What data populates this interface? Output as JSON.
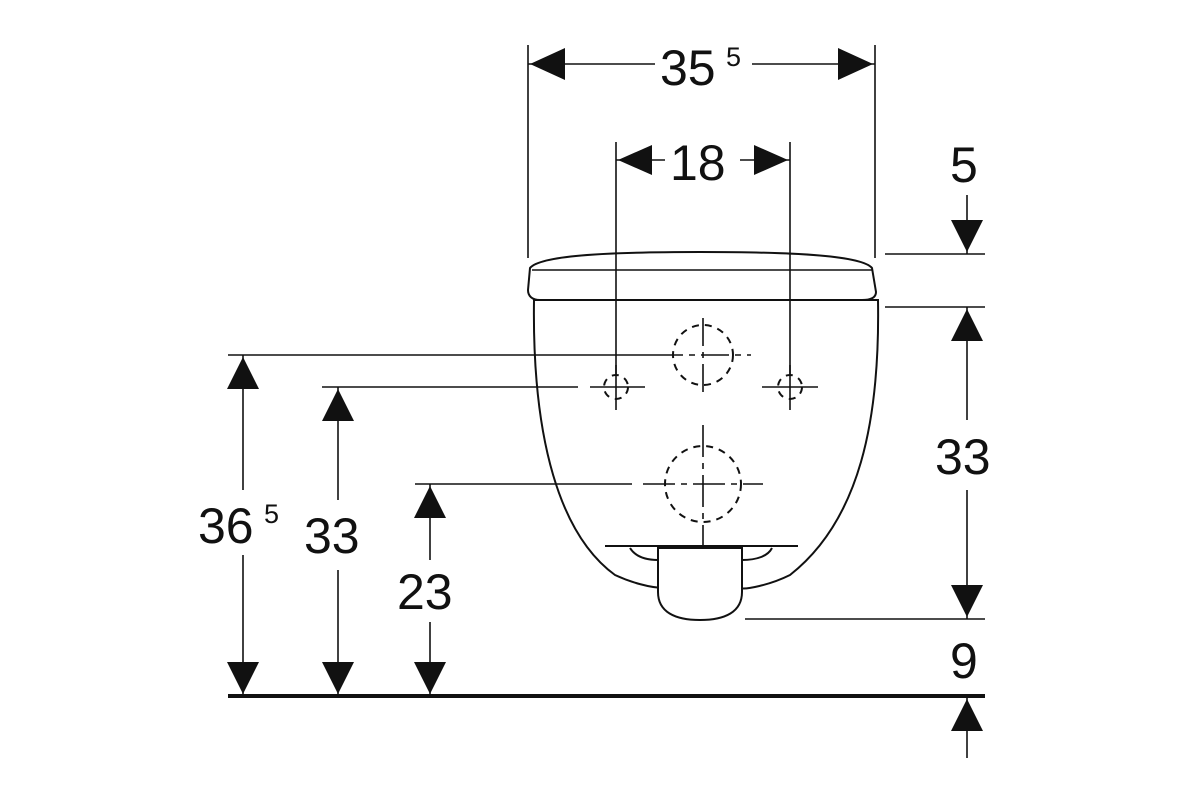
{
  "diagram": {
    "dimensions": {
      "overall_width": {
        "value": "35",
        "sup": "5"
      },
      "mount_spacing": {
        "value": "18"
      },
      "lid_gap": {
        "value": "5"
      },
      "bowl_depth": {
        "value": "33"
      },
      "bottom_gap": {
        "value": "9"
      },
      "height_upper": {
        "value": "36",
        "sup": "5"
      },
      "height_bolts": {
        "value": "33"
      },
      "height_outlet": {
        "value": "23"
      }
    },
    "line_color": "#111111",
    "background_color": "#ffffff"
  }
}
